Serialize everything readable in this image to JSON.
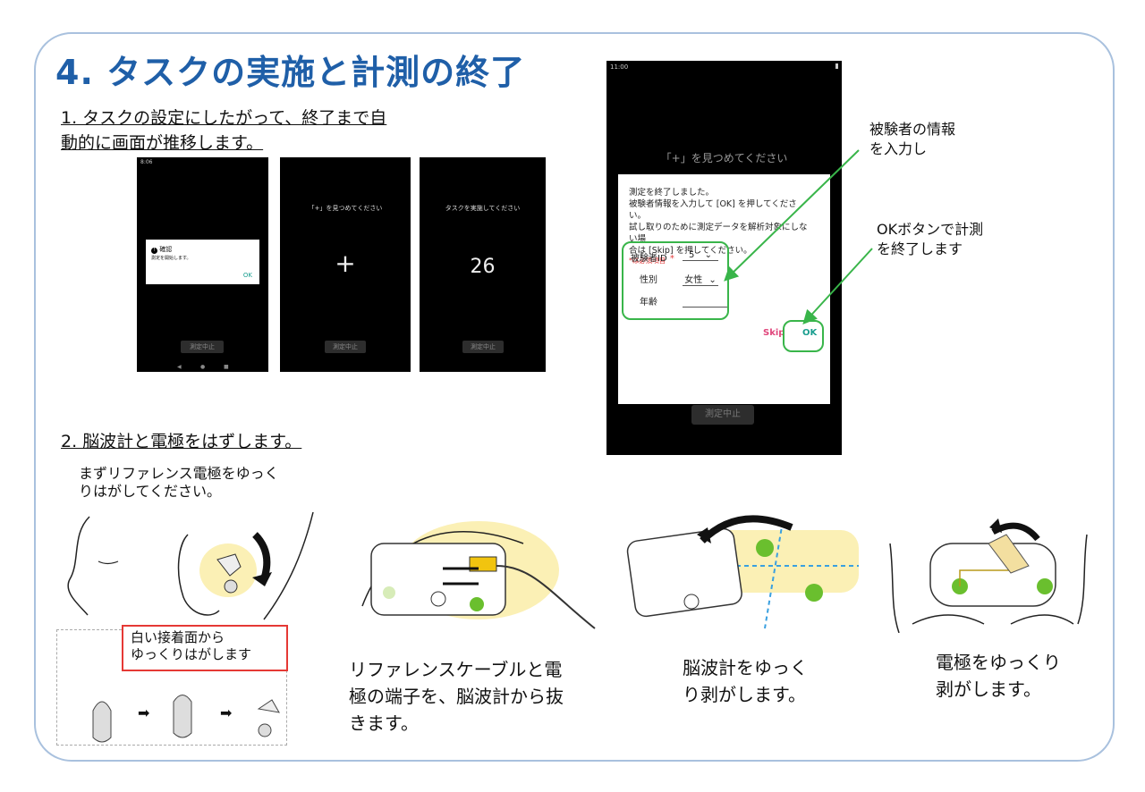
{
  "title": "4. タスクの実施と計測の終了",
  "step1": {
    "line1": "1. タスクの設定にしたがって、終了まで自",
    "line2": "動的に画面が推移します。"
  },
  "step2": "2. 脳波計と電極をはずします。",
  "phone1": {
    "status": "8:06",
    "dialog_title": "確認",
    "dialog_body": "測定を開始します。",
    "ok": "OK",
    "stop": "測定中止"
  },
  "phone2": {
    "prompt": "「+」を見つめてください",
    "symbol": "+",
    "stop": "測定中止"
  },
  "phone3": {
    "prompt": "タスクを実施してください",
    "count": "26",
    "stop": "測定中止"
  },
  "big_phone": {
    "status": "11:00",
    "prompt": "「+」を見つめてください",
    "dialog": {
      "line1": "測定を終了しました。",
      "line2": "被験者情報を入力して [OK] を押してください。",
      "line3": "試し取りのために測定データを解析対象にしない場",
      "line4": "合は [Skip] を押してください。",
      "required_note": "*は必須項目",
      "id_label": "被験者ID",
      "id_required": "*",
      "id_value": "5",
      "gender_label": "性別",
      "gender_value": "女性",
      "age_label": "年齢",
      "age_value": "",
      "skip": "Skip",
      "ok": "OK"
    },
    "stop": "測定中止"
  },
  "callouts": {
    "info_line1": "被験者の情報",
    "info_line2": "を入力し",
    "ok_line1": "OKボタンで計測",
    "ok_line2": "を終了します"
  },
  "removal": {
    "ref_caption_line1": "まずリファレンス電極をゆっく",
    "ref_caption_line2": "りはがしてください。",
    "peel_line1": "白い接着面から",
    "peel_line2": "ゆっくりはがします",
    "cable_line1": "リファレンスケーブルと電",
    "cable_line2": "極の端子を、脳波計から抜",
    "cable_line3": "きます。",
    "eeg_line1": "脳波計をゆっく",
    "eeg_line2": "り剥がします。",
    "electrode_line1": "電極をゆっくり",
    "electrode_line2": "剥がします。"
  },
  "colors": {
    "title": "#1f5fa8",
    "frame": "#a9c1de",
    "callout_green": "#39b54a",
    "skip_pink": "#e0457b",
    "ok_teal": "#1a9e8f",
    "electrode_green": "#6abf2e",
    "highlight_yellow": "#fbf0b5"
  }
}
